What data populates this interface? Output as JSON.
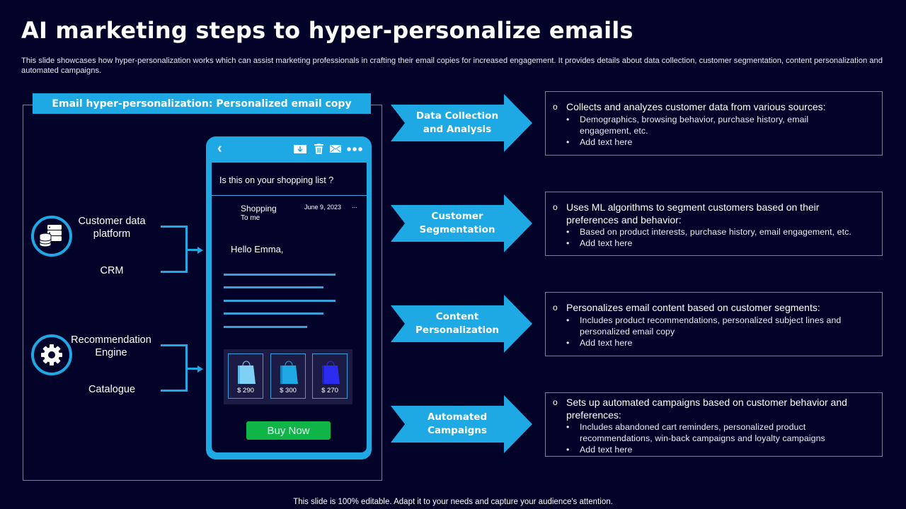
{
  "title": "AI marketing steps to hyper-personalize emails",
  "subtitle": "This slide showcases how hyper-personalization works which can assist marketing professionals in crafting their email copies for increased engagement. It provides details about data collection, customer segmentation, content personalization and automated campaigns.",
  "left_panel": {
    "header": "Email hyper-personalization: Personalized email copy",
    "sources": [
      {
        "icon": "database-icon",
        "label_top": "Customer data platform",
        "label_bottom": "CRM"
      },
      {
        "icon": "gear-icon",
        "label_top": "Recommendation Engine",
        "label_bottom": "Catalogue"
      }
    ],
    "phone": {
      "toolbar_icons": [
        "back-icon",
        "download-icon",
        "trash-icon",
        "mail-icon",
        "more-icon"
      ],
      "subject": "Is this on your shopping list ?",
      "sender": "Shopping",
      "recipient": "To me",
      "date": "June 9, 2023",
      "more": "...",
      "greeting": "Hello Emma,",
      "products": [
        {
          "price": "$ 290",
          "color": "#7fd0f5"
        },
        {
          "price": "$ 300",
          "color": "#1ea8e4"
        },
        {
          "price": "$ 270",
          "color": "#2b2cf0"
        }
      ],
      "cta": "Buy Now"
    }
  },
  "steps": [
    {
      "label_line1": "Data Collection",
      "label_line2": "and Analysis",
      "main": "Collects and analyzes customer data from various sources:",
      "subs": [
        "Demographics,  browsing  behavior,  purchase  history,  email engagement,  etc.",
        "Add text here"
      ]
    },
    {
      "label_line1": "Customer",
      "label_line2": "Segmentation",
      "main": "Uses ML  algorithms to  segment customers based on their preferences and behavior:",
      "subs": [
        "Based on product interests, purchase history, email engagement,  etc.",
        "Add text here"
      ]
    },
    {
      "label_line1": "Content",
      "label_line2": "Personalization",
      "main": "Personalizes email content based on customer segments:",
      "subs": [
        "Includes  product  recommendations,  personalized  subject lines and personalized  email  copy",
        "Add text here"
      ]
    },
    {
      "label_line1": "Automated",
      "label_line2": "Campaigns",
      "main": "Sets up automated campaigns based on customer behavior and preferences:",
      "subs": [
        "Includes  abandoned  cart reminders,  personalized  product recommendations,  win-back  campaigns  and loyalty campaigns",
        "Add text here"
      ]
    }
  ],
  "footer": "This slide is 100% editable. Adapt it to your needs and capture your audience's attention.",
  "colors": {
    "background": "#03032a",
    "accent": "#1ea8e4",
    "cta": "#10b548",
    "border": "#7d7f98"
  }
}
